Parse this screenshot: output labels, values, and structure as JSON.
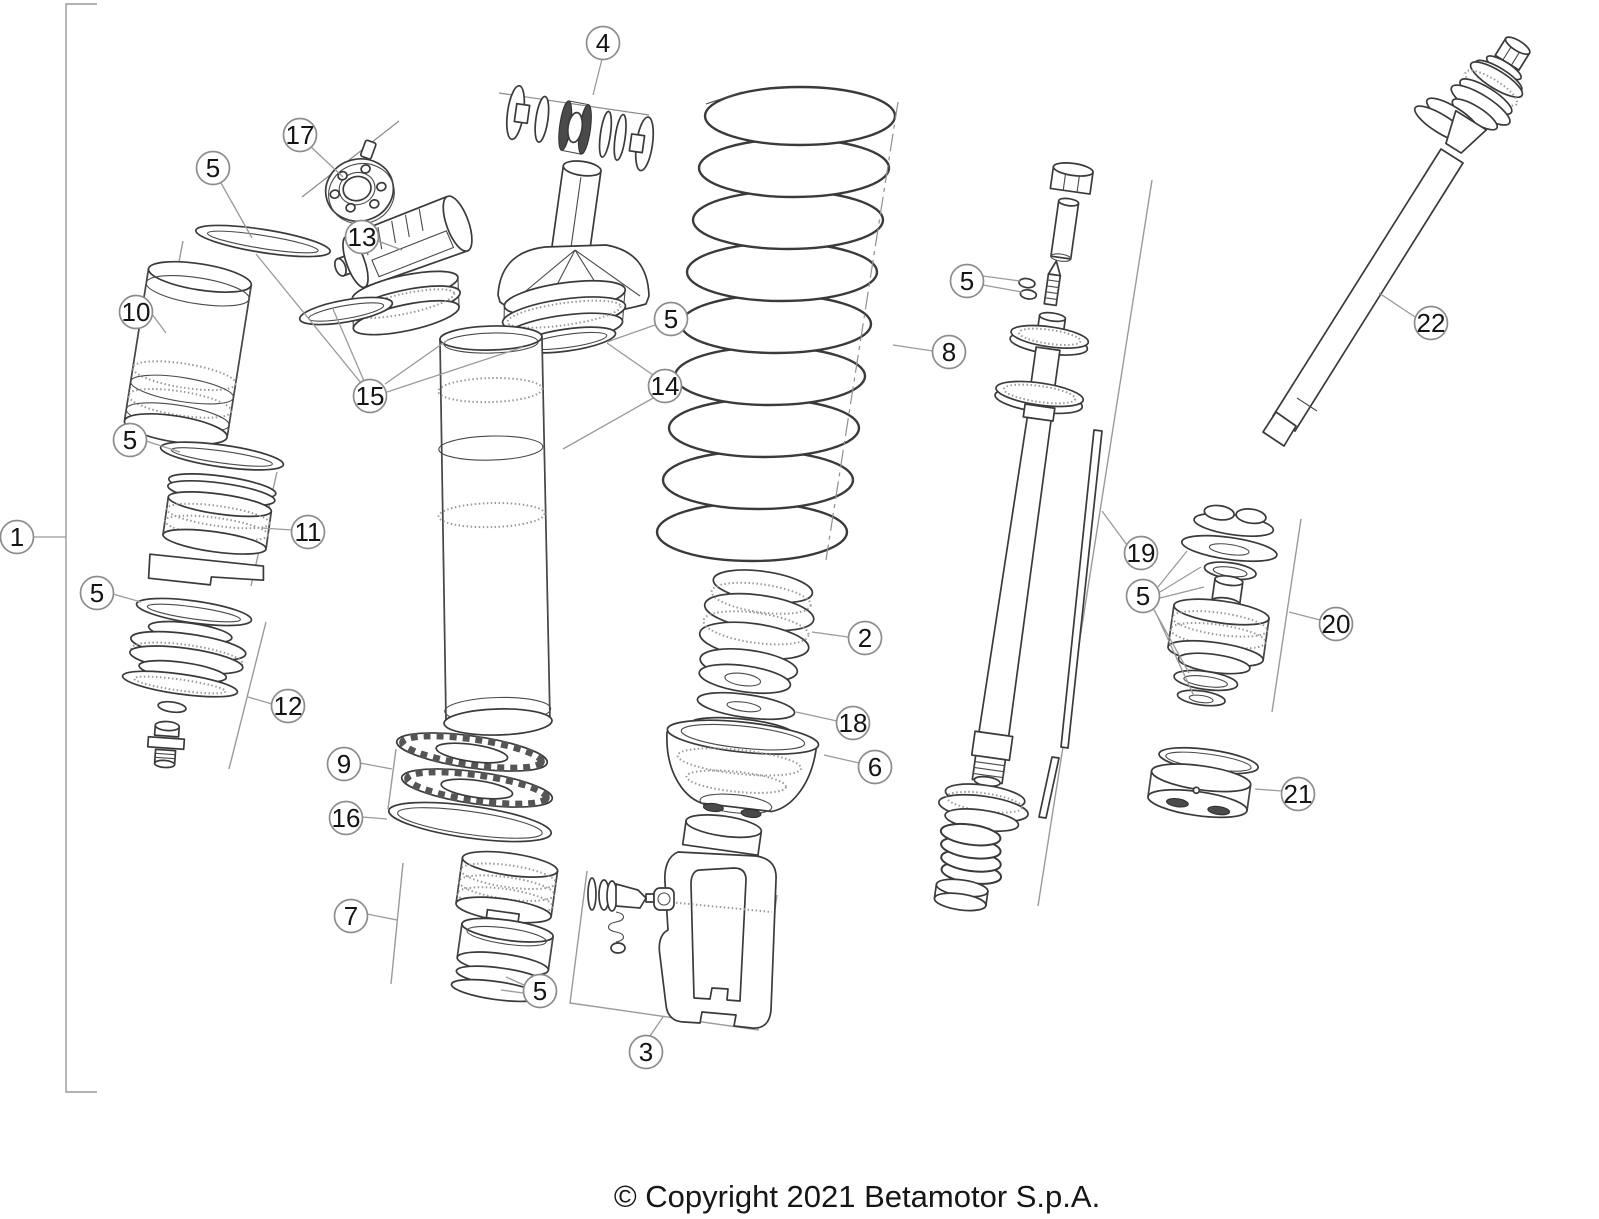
{
  "diagram": {
    "labels": {
      "c1": "1",
      "c2": "2",
      "c3": "3",
      "c4": "4",
      "c5": "5",
      "c6": "6",
      "c7": "7",
      "c8": "8",
      "c9": "9",
      "c10": "10",
      "c11": "11",
      "c12": "12",
      "c13": "13",
      "c14": "14",
      "c15": "15",
      "c16": "16",
      "c17": "17",
      "c18": "18",
      "c19": "19",
      "c20": "20",
      "c21": "21",
      "c22": "22"
    },
    "footer": {
      "copyright": "© Copyright 2021 Betamotor S.p.A."
    }
  }
}
